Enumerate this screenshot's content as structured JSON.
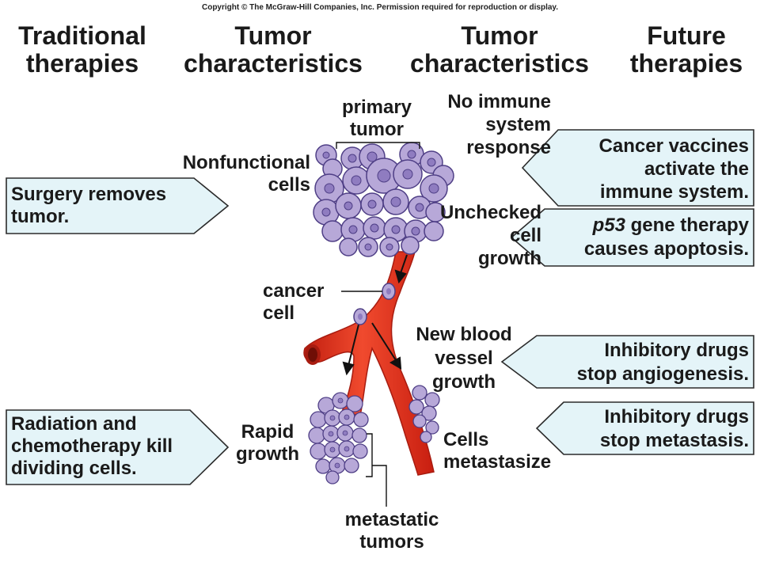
{
  "copyright": "Copyright © The McGraw-Hill Companies, Inc. Permission required for reproduction or display.",
  "columns": [
    {
      "line1": "Traditional",
      "line2": "therapies"
    },
    {
      "line1": "Tumor",
      "line2": "characteristics"
    },
    {
      "line1": "Tumor",
      "line2": "characteristics"
    },
    {
      "line1": "Future",
      "line2": "therapies"
    }
  ],
  "labels": {
    "primary_tumor": [
      "primary",
      "tumor"
    ],
    "no_immune": [
      "No immune",
      "system",
      "response"
    ],
    "nonfunctional": [
      "Nonfunctional",
      "cells"
    ],
    "unchecked": [
      "Unchecked",
      "cell",
      "growth"
    ],
    "cancer_cell": [
      "cancer",
      "cell"
    ],
    "new_vessel": [
      "New blood",
      "vessel",
      "growth"
    ],
    "rapid_growth": [
      "Rapid",
      "growth"
    ],
    "metastasize": [
      "Cells",
      "metastasize"
    ],
    "metastatic": [
      "metastatic",
      "tumors"
    ]
  },
  "traditional_therapies": [
    {
      "lines": [
        "Surgery removes",
        "tumor."
      ]
    },
    {
      "lines": [
        "Radiation and",
        "chemotherapy kill",
        "dividing cells."
      ]
    }
  ],
  "future_therapies": [
    {
      "lines": [
        "Cancer vaccines",
        "activate the",
        "immune system."
      ]
    },
    {
      "italic": "p53",
      "rest": " gene therapy",
      "line2": "causes apoptosis."
    },
    {
      "lines": [
        "Inhibitory drugs",
        "stop angiogenesis."
      ]
    },
    {
      "lines": [
        "Inhibitory drugs",
        "stop metastasis."
      ]
    }
  ],
  "colors": {
    "box_fill": "#e4f4f8",
    "box_stroke": "#2b2b2b",
    "vessel": "#e8331f",
    "vessel_dark": "#a81c10",
    "cell_fill": "#b7a8d8",
    "cell_stroke": "#4f3f86",
    "nucleus": "#8f7cc0"
  }
}
